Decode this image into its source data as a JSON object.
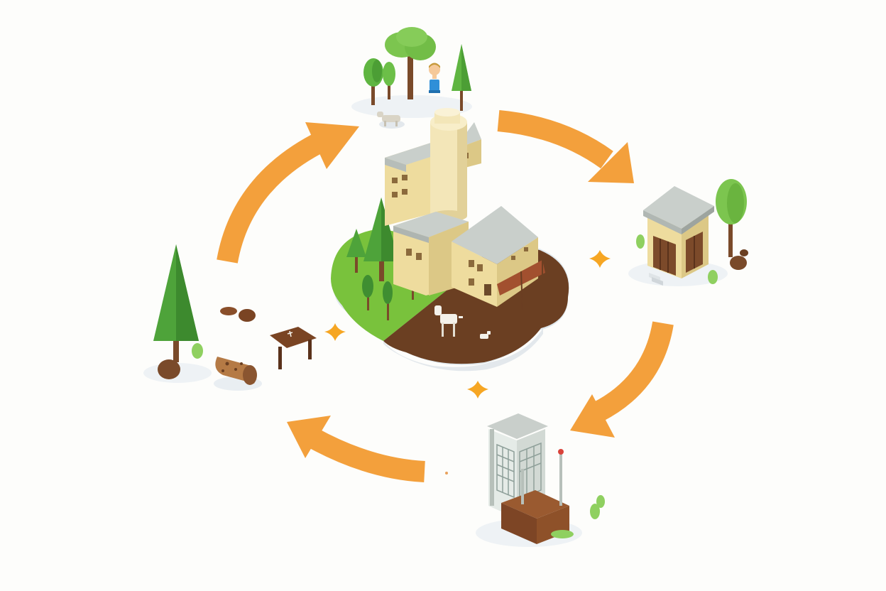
{
  "diagram": {
    "type": "cycle",
    "stage_count": 5,
    "arrow_count": 4,
    "stages": [
      {
        "id": "forest-and-people",
        "icon": "trees-person-icon"
      },
      {
        "id": "processing-plant",
        "icon": "factory-icon"
      },
      {
        "id": "storage-building",
        "icon": "shed-icon"
      },
      {
        "id": "treatment-unit",
        "icon": "machine-icon"
      },
      {
        "id": "timber-harvest",
        "icon": "logs-icon"
      }
    ],
    "colors": {
      "arrow": "#f3a03c",
      "sparkle": "#f6a623",
      "grass": "#79c23c",
      "soil": "#6b3f22",
      "tree": "#3c9a3a",
      "building_wall": "#eedc9e",
      "roof": "#c9cfcb"
    }
  }
}
